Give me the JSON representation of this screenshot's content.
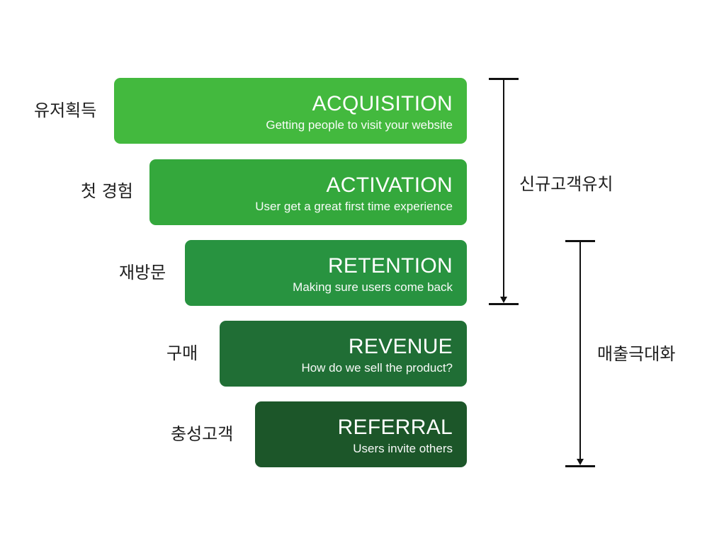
{
  "colors": {
    "acquisition": "#43b93e",
    "activation": "#34a83c",
    "retention": "#289340",
    "revenue": "#206e35",
    "referral": "#1c5629"
  },
  "stages": [
    {
      "label": "유저획득",
      "title": "ACQUISITION",
      "subtitle": "Getting people to visit your website"
    },
    {
      "label": "첫 경험",
      "title": "ACTIVATION",
      "subtitle": "User get a great first time experience"
    },
    {
      "label": "재방문",
      "title": "RETENTION",
      "subtitle": "Making sure users come back"
    },
    {
      "label": "구매",
      "title": "REVENUE",
      "subtitle": "How do we sell the product?"
    },
    {
      "label": "충성고객",
      "title": "REFERRAL",
      "subtitle": "Users invite others"
    }
  ],
  "groups": [
    {
      "label": "신규고객유치"
    },
    {
      "label": "매출극대화"
    }
  ]
}
